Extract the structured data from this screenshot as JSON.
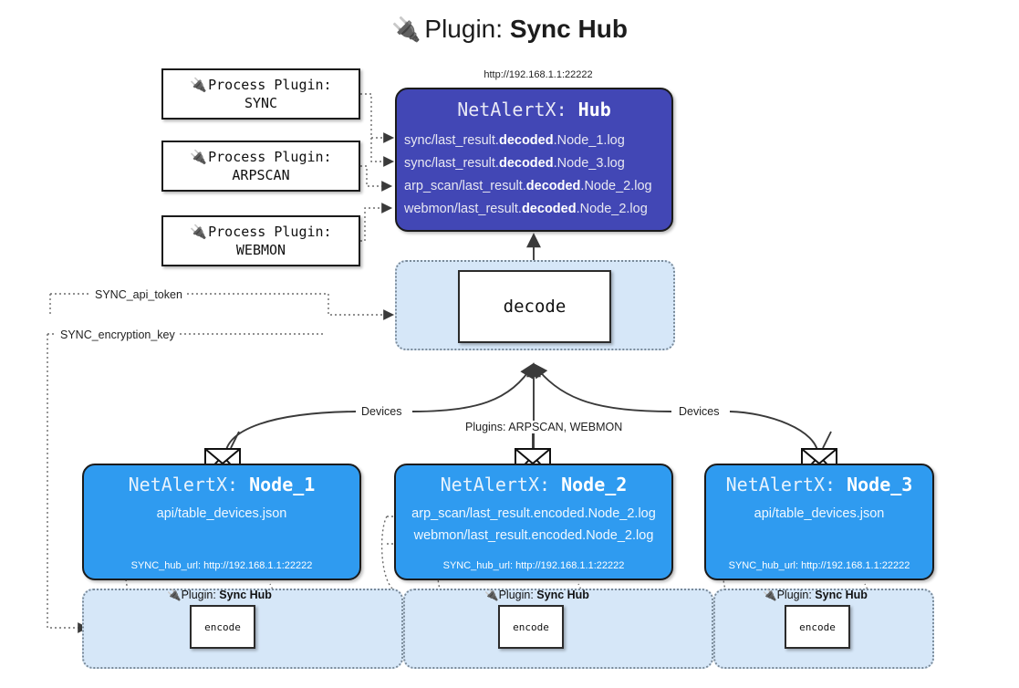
{
  "title": {
    "icon": "plug-icon",
    "prefix": "Plugin: ",
    "name": "Sync Hub"
  },
  "hub": {
    "url": "http://192.168.1.1:22222",
    "title_prefix": "NetAlertX: ",
    "title_name": "Hub",
    "loglines": [
      {
        "pre": "sync/last_result.",
        "em": "decoded",
        "post": ".Node_1.log"
      },
      {
        "pre": "sync/last_result.",
        "em": "decoded",
        "post": ".Node_3.log"
      },
      {
        "pre": "arp_scan/last_result.",
        "em": "decoded",
        "post": ".Node_2.log"
      },
      {
        "pre": "webmon/last_result.",
        "em": "decoded",
        "post": ".Node_2.log"
      }
    ]
  },
  "process_plugins": [
    {
      "icon": "plug-icon",
      "line1": "Process Plugin:",
      "line2": "SYNC"
    },
    {
      "icon": "plug-icon",
      "line1": "Process Plugin:",
      "line2": "ARPSCAN"
    },
    {
      "icon": "plug-icon",
      "line1": "Process Plugin:",
      "line2": "WEBMON"
    }
  ],
  "decode": {
    "label": "decode"
  },
  "edge_labels": {
    "api_token": "SYNC_api_token",
    "encryption_key": "SYNC_encryption_key",
    "devices_left": "Devices",
    "devices_right": "Devices",
    "plugins_mid": "Plugins: ARPSCAN, WEBMON"
  },
  "nodes": [
    {
      "title_prefix": "NetAlertX: ",
      "title_name": "Node_1",
      "lines": [
        "api/table_devices.json"
      ],
      "hub_url_label": "SYNC_hub_url: http://192.168.1.1:22222",
      "mail_icon": "envelope-icon"
    },
    {
      "title_prefix": "NetAlertX: ",
      "title_name": "Node_2",
      "lines": [
        "arp_scan/last_result.encoded.Node_2.log",
        "webmon/last_result.encoded.Node_2.log"
      ],
      "hub_url_label": "SYNC_hub_url: http://192.168.1.1:22222",
      "mail_icon": "envelope-icon"
    },
    {
      "title_prefix": "NetAlertX: ",
      "title_name": "Node_3",
      "lines": [
        "api/table_devices.json"
      ],
      "hub_url_label": "SYNC_hub_url: http://192.168.1.1:22222",
      "mail_icon": "envelope-icon"
    }
  ],
  "encode_zones": [
    {
      "icon": "plug-icon",
      "label_prefix": "Plugin: ",
      "label_name": "Sync Hub",
      "box_label": "encode"
    },
    {
      "icon": "plug-icon",
      "label_prefix": "Plugin: ",
      "label_name": "Sync Hub",
      "box_label": "encode"
    },
    {
      "icon": "plug-icon",
      "label_prefix": "Plugin: ",
      "label_name": "Sync Hub",
      "box_label": "encode"
    }
  ],
  "colors": {
    "hub_fill": "#4247b5",
    "node_fill": "#2f9bf0",
    "zone_fill": "#d6e7f8",
    "stroke": "#1b1b1b",
    "dotted": "#7a8a99",
    "background": "#ffffff"
  }
}
